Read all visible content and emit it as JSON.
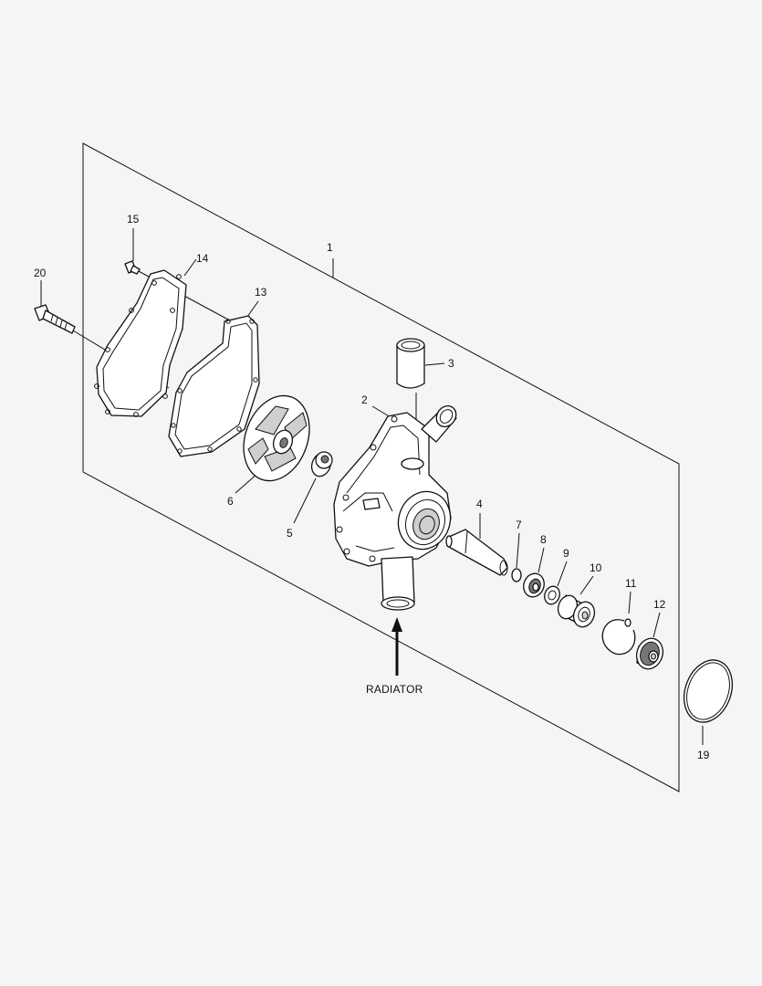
{
  "diagram": {
    "callouts": [
      {
        "id": "1",
        "label": "1"
      },
      {
        "id": "2",
        "label": "2"
      },
      {
        "id": "3",
        "label": "3"
      },
      {
        "id": "4",
        "label": "4"
      },
      {
        "id": "5",
        "label": "5"
      },
      {
        "id": "6",
        "label": "6"
      },
      {
        "id": "7",
        "label": "7"
      },
      {
        "id": "8",
        "label": "8"
      },
      {
        "id": "9",
        "label": "9"
      },
      {
        "id": "10",
        "label": "10"
      },
      {
        "id": "11",
        "label": "11"
      },
      {
        "id": "12",
        "label": "12"
      },
      {
        "id": "13",
        "label": "13"
      },
      {
        "id": "14",
        "label": "14"
      },
      {
        "id": "15",
        "label": "15"
      },
      {
        "id": "19",
        "label": "19"
      },
      {
        "id": "20",
        "label": "20"
      }
    ],
    "flow_label": "RADIATOR"
  }
}
